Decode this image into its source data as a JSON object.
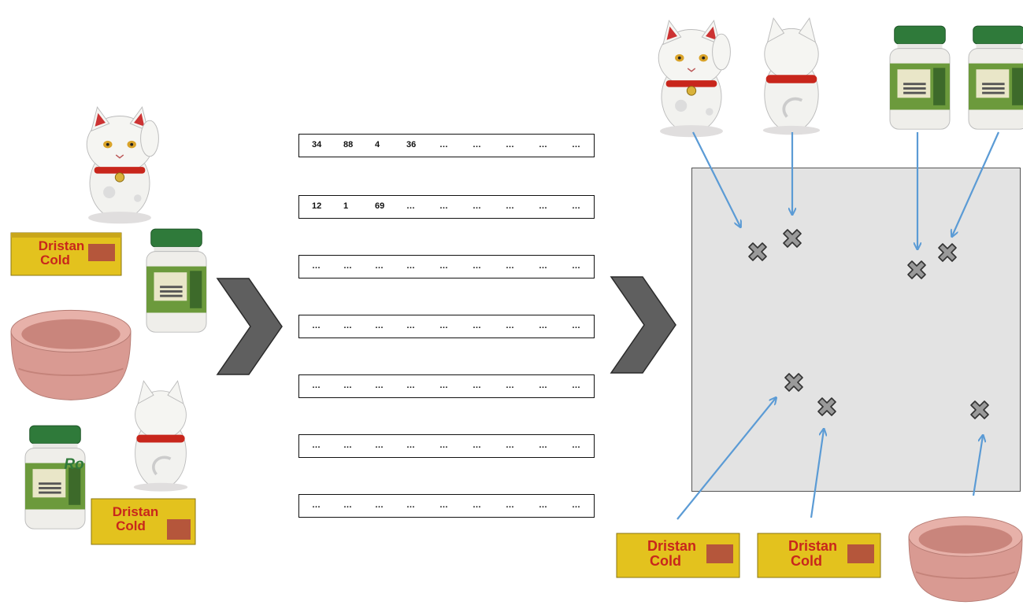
{
  "feature_vectors": [
    {
      "values": [
        "34",
        "88",
        "4",
        "36",
        "…",
        "…",
        "…",
        "…",
        "…"
      ]
    },
    {
      "values": [
        "12",
        "1",
        "69",
        "…",
        "…",
        "…",
        "…",
        "…",
        "…"
      ]
    },
    {
      "values": [
        "…",
        "…",
        "…",
        "…",
        "…",
        "…",
        "…",
        "…",
        "…"
      ]
    },
    {
      "values": [
        "…",
        "…",
        "…",
        "…",
        "…",
        "…",
        "…",
        "…",
        "…"
      ]
    },
    {
      "values": [
        "…",
        "…",
        "…",
        "…",
        "…",
        "…",
        "…",
        "…",
        "…"
      ]
    },
    {
      "values": [
        "…",
        "…",
        "…",
        "…",
        "…",
        "…",
        "…",
        "…",
        "…"
      ]
    },
    {
      "values": [
        "…",
        "…",
        "…",
        "…",
        "…",
        "…",
        "…",
        "…",
        "…"
      ]
    }
  ],
  "box_label_line1": "Dristan",
  "box_label_line2": "Cold",
  "box_small_label_line1": "Dristan",
  "box_small_label_line2": "Cold",
  "bottle_label": "Ro",
  "colors": {
    "arrow_blue": "#5b9bd5",
    "chevron_gray": "#5f5f5f",
    "space_bg": "#e3e3e3",
    "box_yellow": "#e3c21e",
    "box_red": "#c8261c",
    "cap_green": "#2f7a3a",
    "bowl_pink": "#d99a92"
  }
}
